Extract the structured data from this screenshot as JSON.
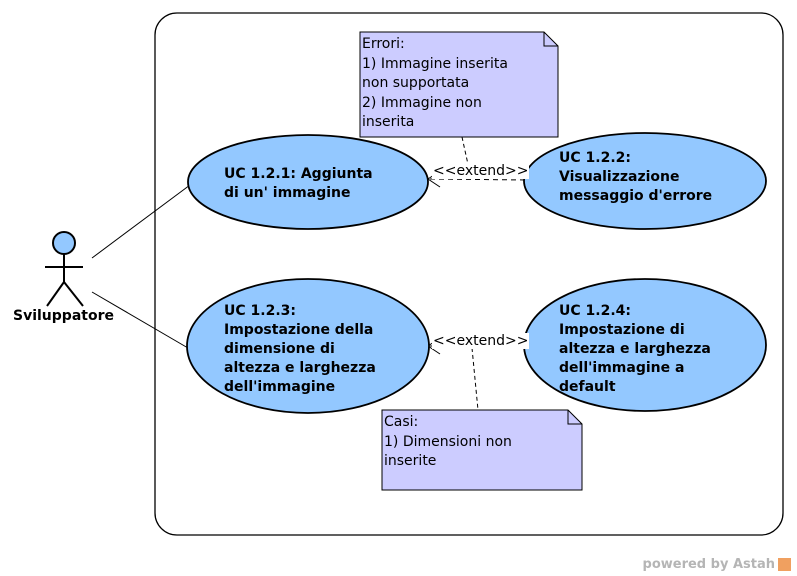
{
  "actor": {
    "label": "Sviluppatore"
  },
  "use_cases": [
    {
      "text": "UC 1.2.1: Aggiunta\ndi un' immagine"
    },
    {
      "text": "UC 1.2.2:\nVisualizzazione\nmessaggio d'errore"
    },
    {
      "text": "UC 1.2.3:\nImpostazione della\ndimensione di\naltezza e larghezza\ndell'immagine"
    },
    {
      "text": "UC 1.2.4:\nImpostazione di\naltezza e larghezza\ndell'immagine a\ndefault"
    }
  ],
  "relations": [
    {
      "label": "<<extend>>"
    },
    {
      "label": "<<extend>>"
    }
  ],
  "notes": [
    {
      "text": "Errori:\n1) Immagine inserita\nnon supportata\n2) Immagine non\ninserita"
    },
    {
      "text": "Casi:\n1) Dimensioni non\ninserite"
    }
  ],
  "watermark": {
    "text": "powered by Astah"
  },
  "colors": {
    "use_case_fill": "#93c8ff",
    "note_fill": "#ccccff",
    "actor_head_fill": "#93c8ff",
    "stroke": "#000000"
  }
}
